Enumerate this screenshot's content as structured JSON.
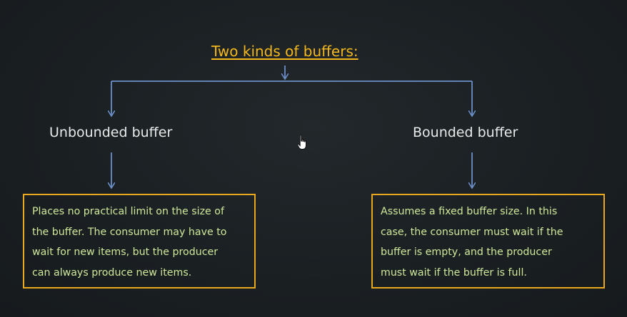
{
  "diagram": {
    "title": "Two kinds of buffers:",
    "nodes": [
      {
        "label": "Unbounded buffer",
        "description_lines": [
          "Places no practical limit on the size of",
          "the buffer. The consumer may have to",
          "wait for new items, but the producer",
          "can always produce new items."
        ]
      },
      {
        "label": "Bounded buffer",
        "description_lines": [
          "Assumes a fixed buffer size. In this",
          "case, the consumer must wait if the",
          "buffer is empty, and the producer",
          "must wait if the buffer is full."
        ]
      }
    ]
  },
  "colors": {
    "background": "#1b2023",
    "title": "#f4b71c",
    "connector": "#6d8fc9",
    "node_text": "#e8eaea",
    "box_border": "#e9a81e",
    "box_text": "#cfe89a"
  },
  "cursor": {
    "icon": "hand-pointer-icon"
  }
}
